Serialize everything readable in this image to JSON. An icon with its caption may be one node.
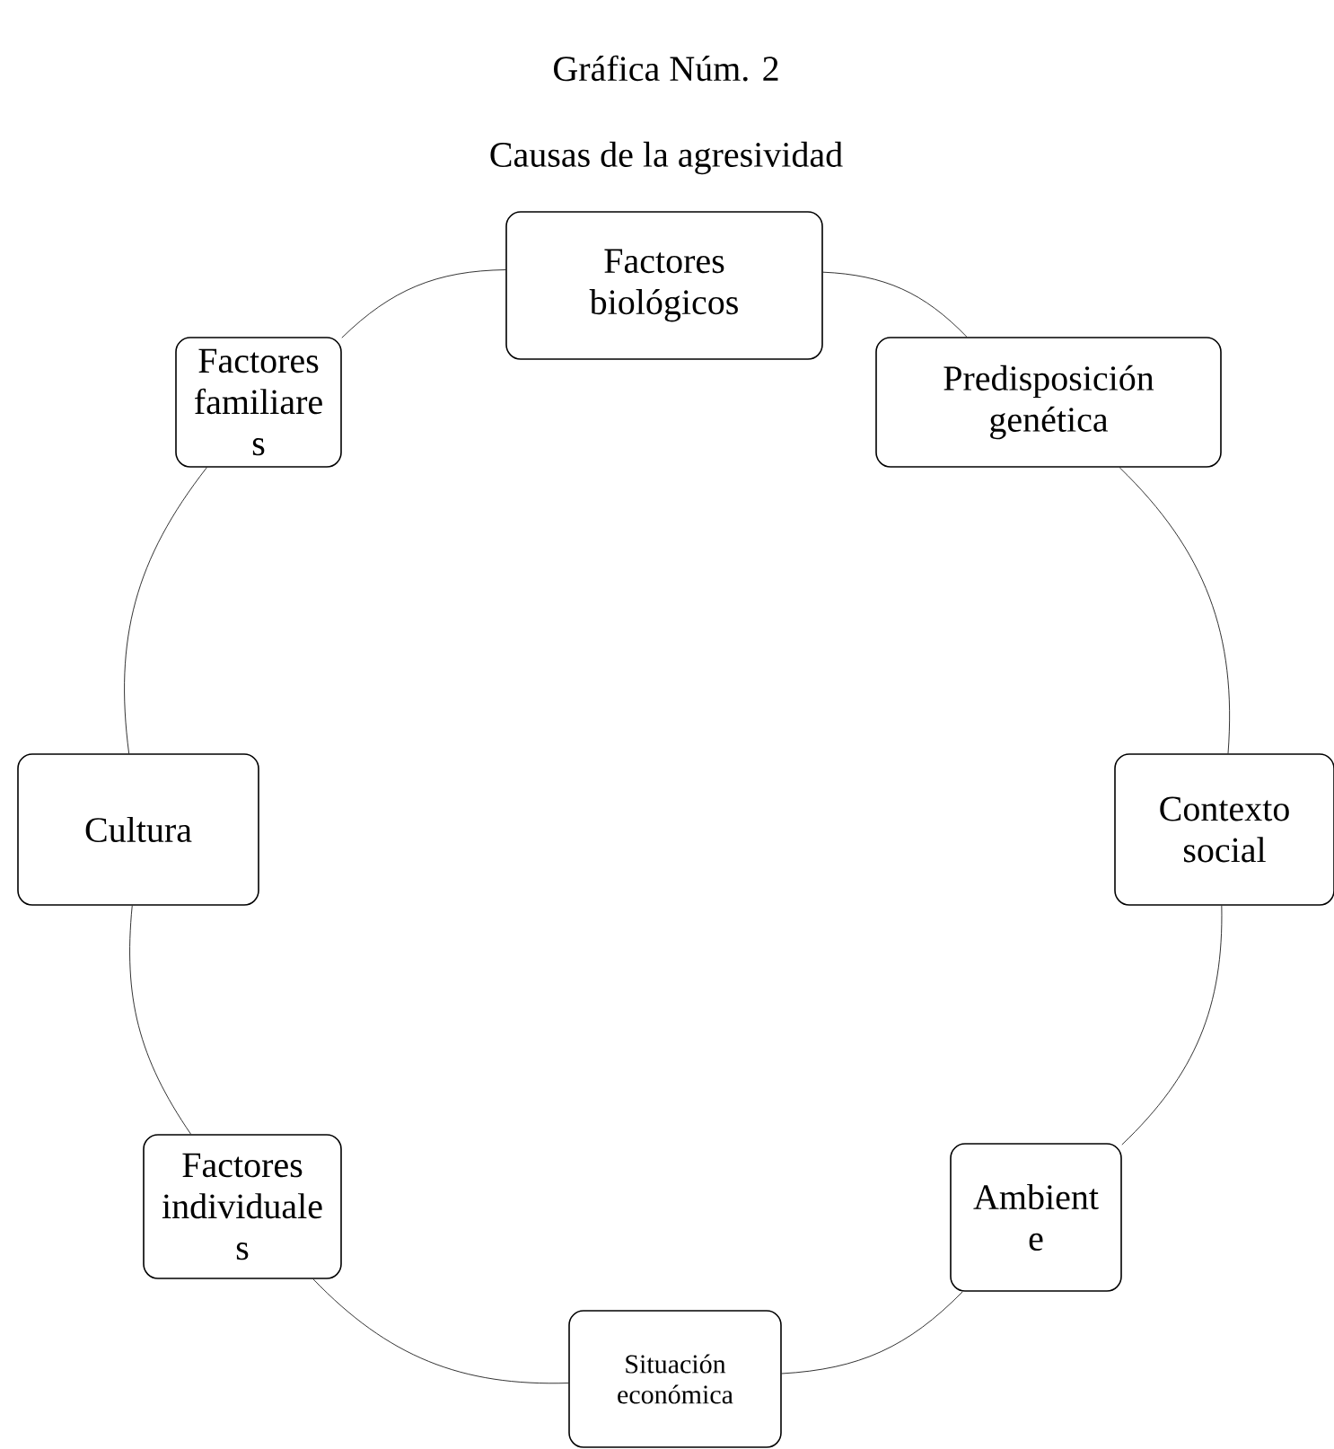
{
  "diagram": {
    "title": "Gráfica Núm. 2",
    "nodes": [
      {
        "text": [
          "Factores biológicos"
        ]
      },
      {
        "text": [
          "Predisposición genética"
        ]
      },
      {
        "text": [
          "Contexto social"
        ]
      },
      {
        "text": [
          "Ambient e"
        ]
      },
      {
        "text": [
          "Situación económica"
        ]
      },
      {
        "text": [
          "Factores individuale s"
        ]
      },
      {
        "text": [
          "Cultura"
        ]
      },
      {
        "text": [
          "Factores familiare s"
        ]
      }
    ],
    "edges": [
      {
        "from": 0,
        "to": 1,
        "arrow": "none"
      },
      {
        "from": 1,
        "to": 2,
        "arrow": "none"
      },
      {
        "from": 2,
        "to": 3,
        "arrow": "none"
      },
      {
        "from": 3,
        "to": 4,
        "arrow": "none"
      },
      {
        "from": 4,
        "to": 5,
        "arrow": "none"
      },
      {
        "from": 5,
        "to": 6,
        "arrow": "none"
      },
      {
        "from": 6,
        "to": 7,
        "arrow": "none"
      },
      {
        "from": 7,
        "to": 0,
        "arrow": "none"
      }
    ],
    "labels": [
      "Causas de la agresividad"
    ]
  }
}
